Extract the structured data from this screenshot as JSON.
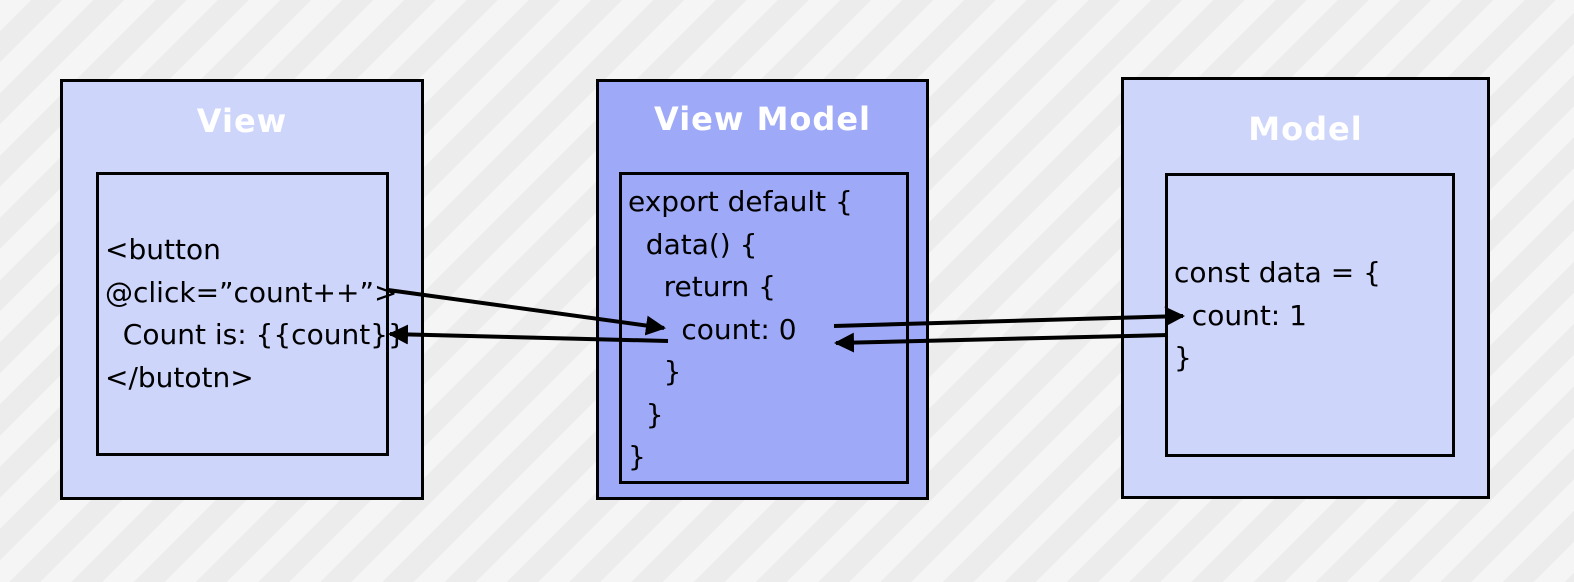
{
  "view": {
    "title": "View",
    "code": [
      "<button",
      "@click=”count++”>",
      "  Count is: {{count}}",
      "</butotn>"
    ]
  },
  "view_model": {
    "title": "View Model",
    "code": [
      "export default {",
      "  data() {",
      "    return {",
      "      count: 0",
      "    }",
      "  }",
      "}"
    ]
  },
  "model": {
    "title": "Model",
    "code": [
      "const data = {",
      "  count: 1",
      "}"
    ]
  },
  "colors": {
    "panel_light": "#cdd5fb",
    "panel_dark": "#9eaaf7",
    "title_text": "#ffffff",
    "stroke": "#000000"
  }
}
